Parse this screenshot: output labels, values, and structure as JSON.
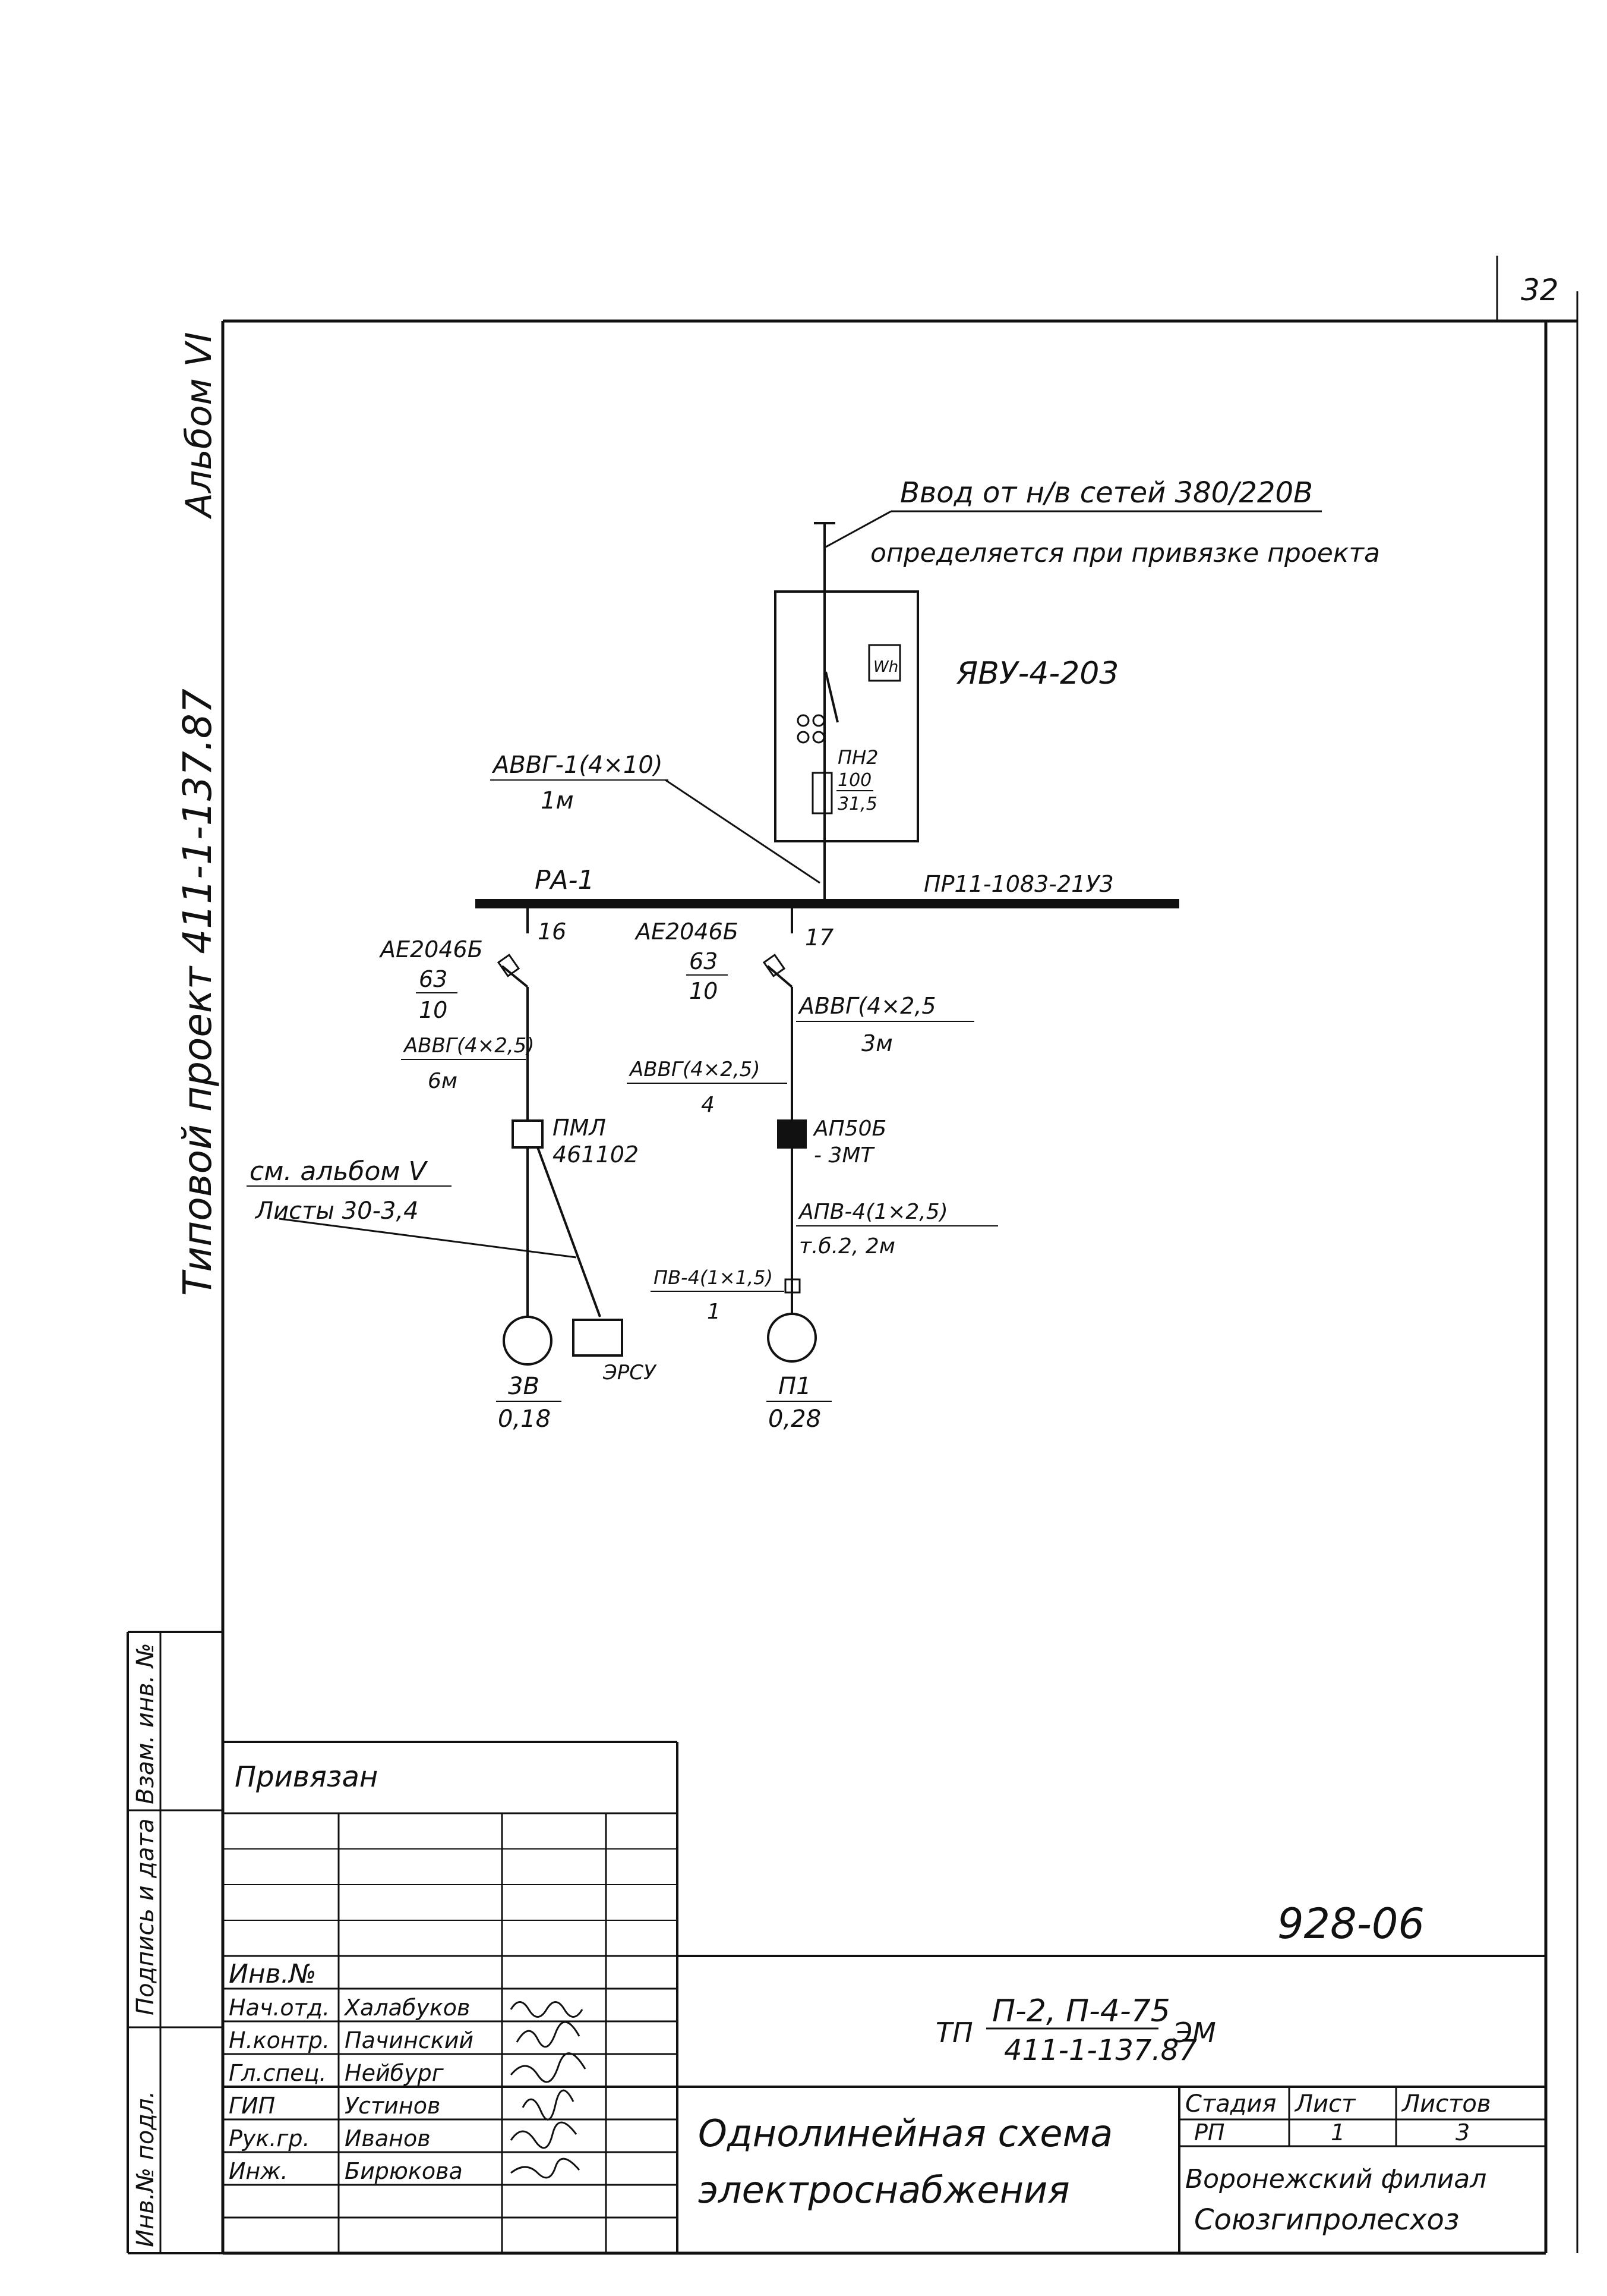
{
  "sheet": {
    "page_number": "32",
    "project_code": "928-06",
    "side_title": "Типовой проект 411-1-137.87",
    "side_album": "Альбом VI"
  },
  "diagram": {
    "input_line1": "Ввод от н/в сетей 380/220В",
    "input_line2": "определяется при привязке проекта",
    "box_label": "ЯВУ-4-203",
    "meter_label": "Wh",
    "ct_label": "ПН2",
    "ct_value1": "100",
    "ct_value2": "31,5",
    "feeder_cable": "АВВГ-1(4×10)",
    "feeder_length": "1м",
    "panel_name": "РА-1",
    "panel_type": "ПР11-1083-21У3",
    "branch1": {
      "breaker": "АЕ2046Б",
      "breaker_current": "63",
      "breaker_setting": "10",
      "number": "16",
      "cable": "АВВГ(4×2,5)",
      "cable_length": "6м",
      "starter_type": "ПМЛ",
      "starter_model": "461102",
      "ref_line1": "см. альбом V",
      "ref_line2": "Листы 30-3,4",
      "motor_id": "3В",
      "motor_power": "0,18",
      "device_label": "ЭРСУ"
    },
    "branch2": {
      "breaker": "АЕ2046Б",
      "breaker_current": "63",
      "breaker_setting": "10",
      "number": "17",
      "cable1": "АВВГ(4×2,5",
      "cable1_length": "3м",
      "cable2": "АВВГ(4×2,5)",
      "cable2_length": "4",
      "starter_type": "АП50Б",
      "starter_note": "- 3МТ",
      "wire1": "АПВ-4(1×2,5)",
      "wire1_note": "т.б.2, 2м",
      "wire2": "ПВ-4(1×1,5)",
      "wire2_length": "1",
      "motor_id": "П1",
      "motor_power": "0,28"
    }
  },
  "title_block": {
    "linked_header": "Привязан",
    "inv_header": "Инв.№",
    "roles": [
      "Нач.отд.",
      "Н.контр.",
      "Гл.спец.",
      "ГИП",
      "Рук.гр.",
      "Инж."
    ],
    "names": [
      "Халабуков",
      "Пачинский",
      "Нейбург",
      "Устинов",
      "Иванов",
      "Бирюкова"
    ],
    "designation_top": "П-2, П-4-75",
    "designation_bottom": "411-1-137.87",
    "designation_prefix": "ТП",
    "designation_suffix": "ЭМ",
    "drawing_title1": "Однолинейная схема",
    "drawing_title2": "электроснабжения",
    "stage_header": "Стадия",
    "sheet_header": "Лист",
    "sheets_header": "Листов",
    "stage_value": "РП",
    "sheet_value": "1",
    "sheets_value": "3",
    "org_line1": "Воронежский филиал",
    "org_line2": "Союзгипролесхоз"
  },
  "left_strip": {
    "field1": "Инв.№ подл.",
    "field2": "Подпись и дата",
    "field3": "Взам. инв. №"
  }
}
